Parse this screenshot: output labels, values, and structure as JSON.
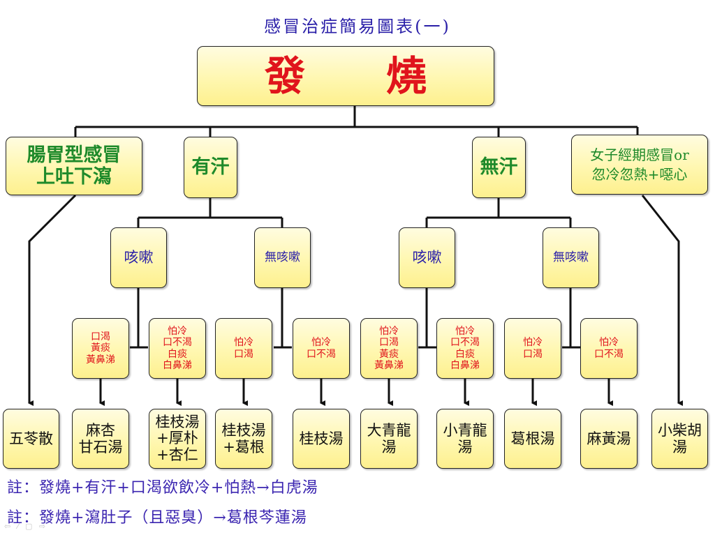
{
  "title": "感冒治症簡易圖表(一)",
  "root": "發　　燒",
  "level1": {
    "gi": "腸胃型感冒\n上吐下瀉",
    "sweat": "有汗",
    "nosweat": "無汗",
    "female": "女子經期感冒or\n忽冷忽熱+噁心"
  },
  "level2": {
    "sweat_cough": "咳嗽",
    "sweat_nocough": "無咳嗽",
    "nosweat_cough": "咳嗽",
    "nosweat_nocough": "無咳嗽"
  },
  "level3": [
    "口渴\n黃痰\n黃鼻涕",
    "怕冷\n口不渴\n白痰\n白鼻涕",
    "怕冷\n口渴",
    "怕冷\n口不渴",
    "怕冷\n口渴\n黃痰\n黃鼻涕",
    "怕冷\n口不渴\n白痰\n白鼻涕",
    "怕冷\n口渴",
    "怕冷\n口不渴"
  ],
  "remedies": [
    "五苓散",
    "麻杏\n甘石湯",
    "桂枝湯\n+厚朴\n+杏仁",
    "桂枝湯\n+葛根",
    "桂枝湯",
    "大青龍\n湯",
    "小青龍\n湯",
    "葛根湯",
    "麻黃湯",
    "小柴胡\n湯"
  ],
  "notes": [
    "註：發燒+有汗+口渴欲飲冷+怕熱→白虎湯",
    "註：發燒+瀉肚子（且惡臭）→葛根芩蓮湯"
  ],
  "controls": "⇦ ⁄ ▢ ⇨",
  "colors": {
    "root_text": "#e0141c",
    "level1_text": "#1e8a2a",
    "level2_text": "#2a1fa8",
    "level3_text": "#e0141c",
    "remedy_text": "#111111",
    "line": "#111111"
  }
}
